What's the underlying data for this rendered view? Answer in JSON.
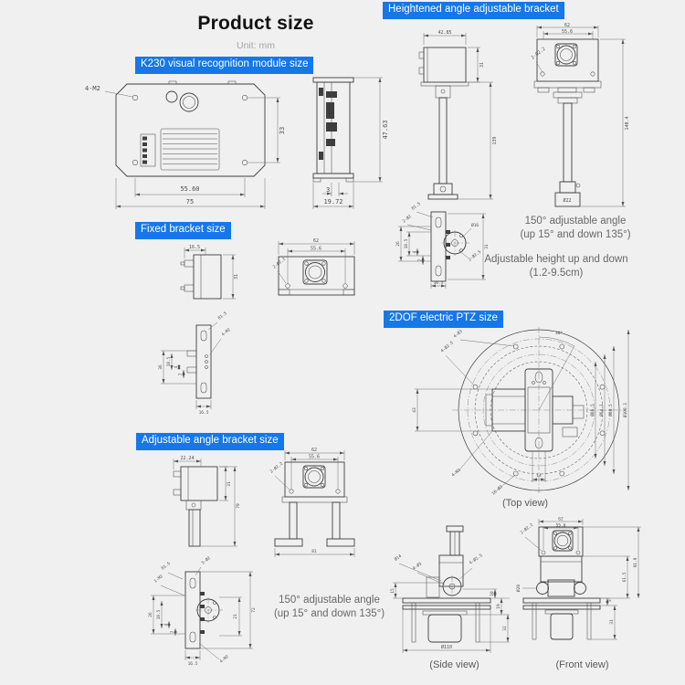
{
  "page": {
    "title": "Product size",
    "unit_label": "Unit:",
    "unit_value": "mm"
  },
  "colors": {
    "accent": "#1677e8",
    "background": "#f0f0f1"
  },
  "sections": {
    "k230": {
      "label": "K230 visual recognition module size"
    },
    "fixed": {
      "label": "Fixed bracket size"
    },
    "adjustable": {
      "label": "Adjustable angle bracket size"
    },
    "heightened": {
      "label": "Heightened angle adjustable bracket"
    },
    "ptz": {
      "label": "2DOF electric PTZ size"
    }
  },
  "k230_front": {
    "hole": "4-M2",
    "h": "33",
    "w1": "55.60",
    "w2": "75"
  },
  "k230_side": {
    "h": "47.63",
    "t": "3",
    "d": "19.72"
  },
  "hb_side": {
    "w": "42.85",
    "boxh": "31",
    "h": "139"
  },
  "hb_front": {
    "w": "62",
    "wi": "55.6",
    "hole": "2-Ø2.2",
    "h": "140.4",
    "base": "Ø22"
  },
  "hb_detail": {
    "slot": "81.5",
    "hole1": "2-Ø2",
    "hub": "Ø16",
    "hole2": "2-Ø2.5",
    "d1": "26",
    "d2": "18.5",
    "d3": "4",
    "d4": "7",
    "d5": "16.5",
    "d6": "31"
  },
  "hb_notes": {
    "line1": "150° adjustable angle",
    "line2": "(up 15° and down 135°)",
    "line3": "Adjustable height up and down",
    "line4": "(1.2-9.5cm)"
  },
  "fx_side": {
    "w": "16.5",
    "h": "31"
  },
  "fx_front": {
    "w": "62",
    "wi": "55.6",
    "hole": "2-Ø2.2"
  },
  "fx_detail": {
    "slot": "81.5",
    "hole": "4-M2",
    "d1": "36",
    "d2": "18.5",
    "d3": "4",
    "d4": "7",
    "d5": "16.5"
  },
  "adj_side": {
    "w": "22.24",
    "boxh": "31",
    "h": "79"
  },
  "adj_front": {
    "w": "62",
    "wi": "55.6",
    "hole": "2-Ø2.2",
    "wb": "81"
  },
  "adj_detail": {
    "slot": "81.5",
    "hole1": "1-M2",
    "hole2": "5-Ø2",
    "hole3": "4-M2",
    "d1": "26",
    "d2": "18.5",
    "d3": "4",
    "d4": "7",
    "d5": "16.5",
    "d6": "21",
    "d7": "72"
  },
  "adj_note": {
    "line1": "150° adjustable angle",
    "line2": "(up 15° and down 135°)"
  },
  "ptz_top": {
    "hole1": "4-Ø3",
    "hole2": "4-Ø2.5",
    "angle": "30°",
    "hole3": "4-M3",
    "hole4": "16-Ø3",
    "dia1": "Ø66.5",
    "dia2": "Ø64.1",
    "dia3": "Ø68.5",
    "dia4": "Ø108.1",
    "d1": "43",
    "d2": "14",
    "caption": "(Top view)"
  },
  "ptz_side": {
    "hole1": "Ø14",
    "hole2": "4-Ø3",
    "hole3": "4-Ø2.5",
    "base": "Ø110",
    "d1": "15",
    "d2": "10",
    "d3": "19",
    "d4": "32",
    "caption": "(Side view)"
  },
  "ptz_front": {
    "w": "62",
    "wi": "55.6",
    "hole": "2-Ø2.2",
    "servo": "Ø20",
    "d1": "3",
    "d2": "31",
    "h2": "61.5",
    "h1": "91.9",
    "caption": "(Front view)"
  }
}
